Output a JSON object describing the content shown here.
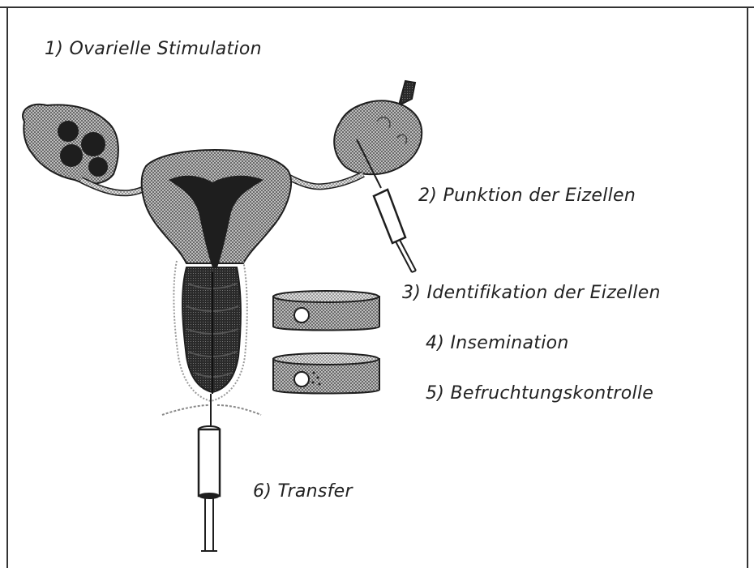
{
  "steps": {
    "step1": "1) Ovarielle Stimulation",
    "step2": "2) Punktion der Eizellen",
    "step3": "3) Identifikation der Eizellen",
    "step4": "4) Insemination",
    "step5": "5) Befruchtungskontrolle",
    "step6": "6) Transfer"
  },
  "colors": {
    "ink": "#1e1e1e",
    "stipple_dark": "#3a3a3a",
    "stipple_mid": "#8a8a8a",
    "stipple_light": "#b5b5b5",
    "background": "#ffffff"
  },
  "icons": [
    "uterus",
    "ovary-left",
    "ovary-right",
    "puncture-syringe",
    "culture-dish",
    "transfer-catheter"
  ]
}
